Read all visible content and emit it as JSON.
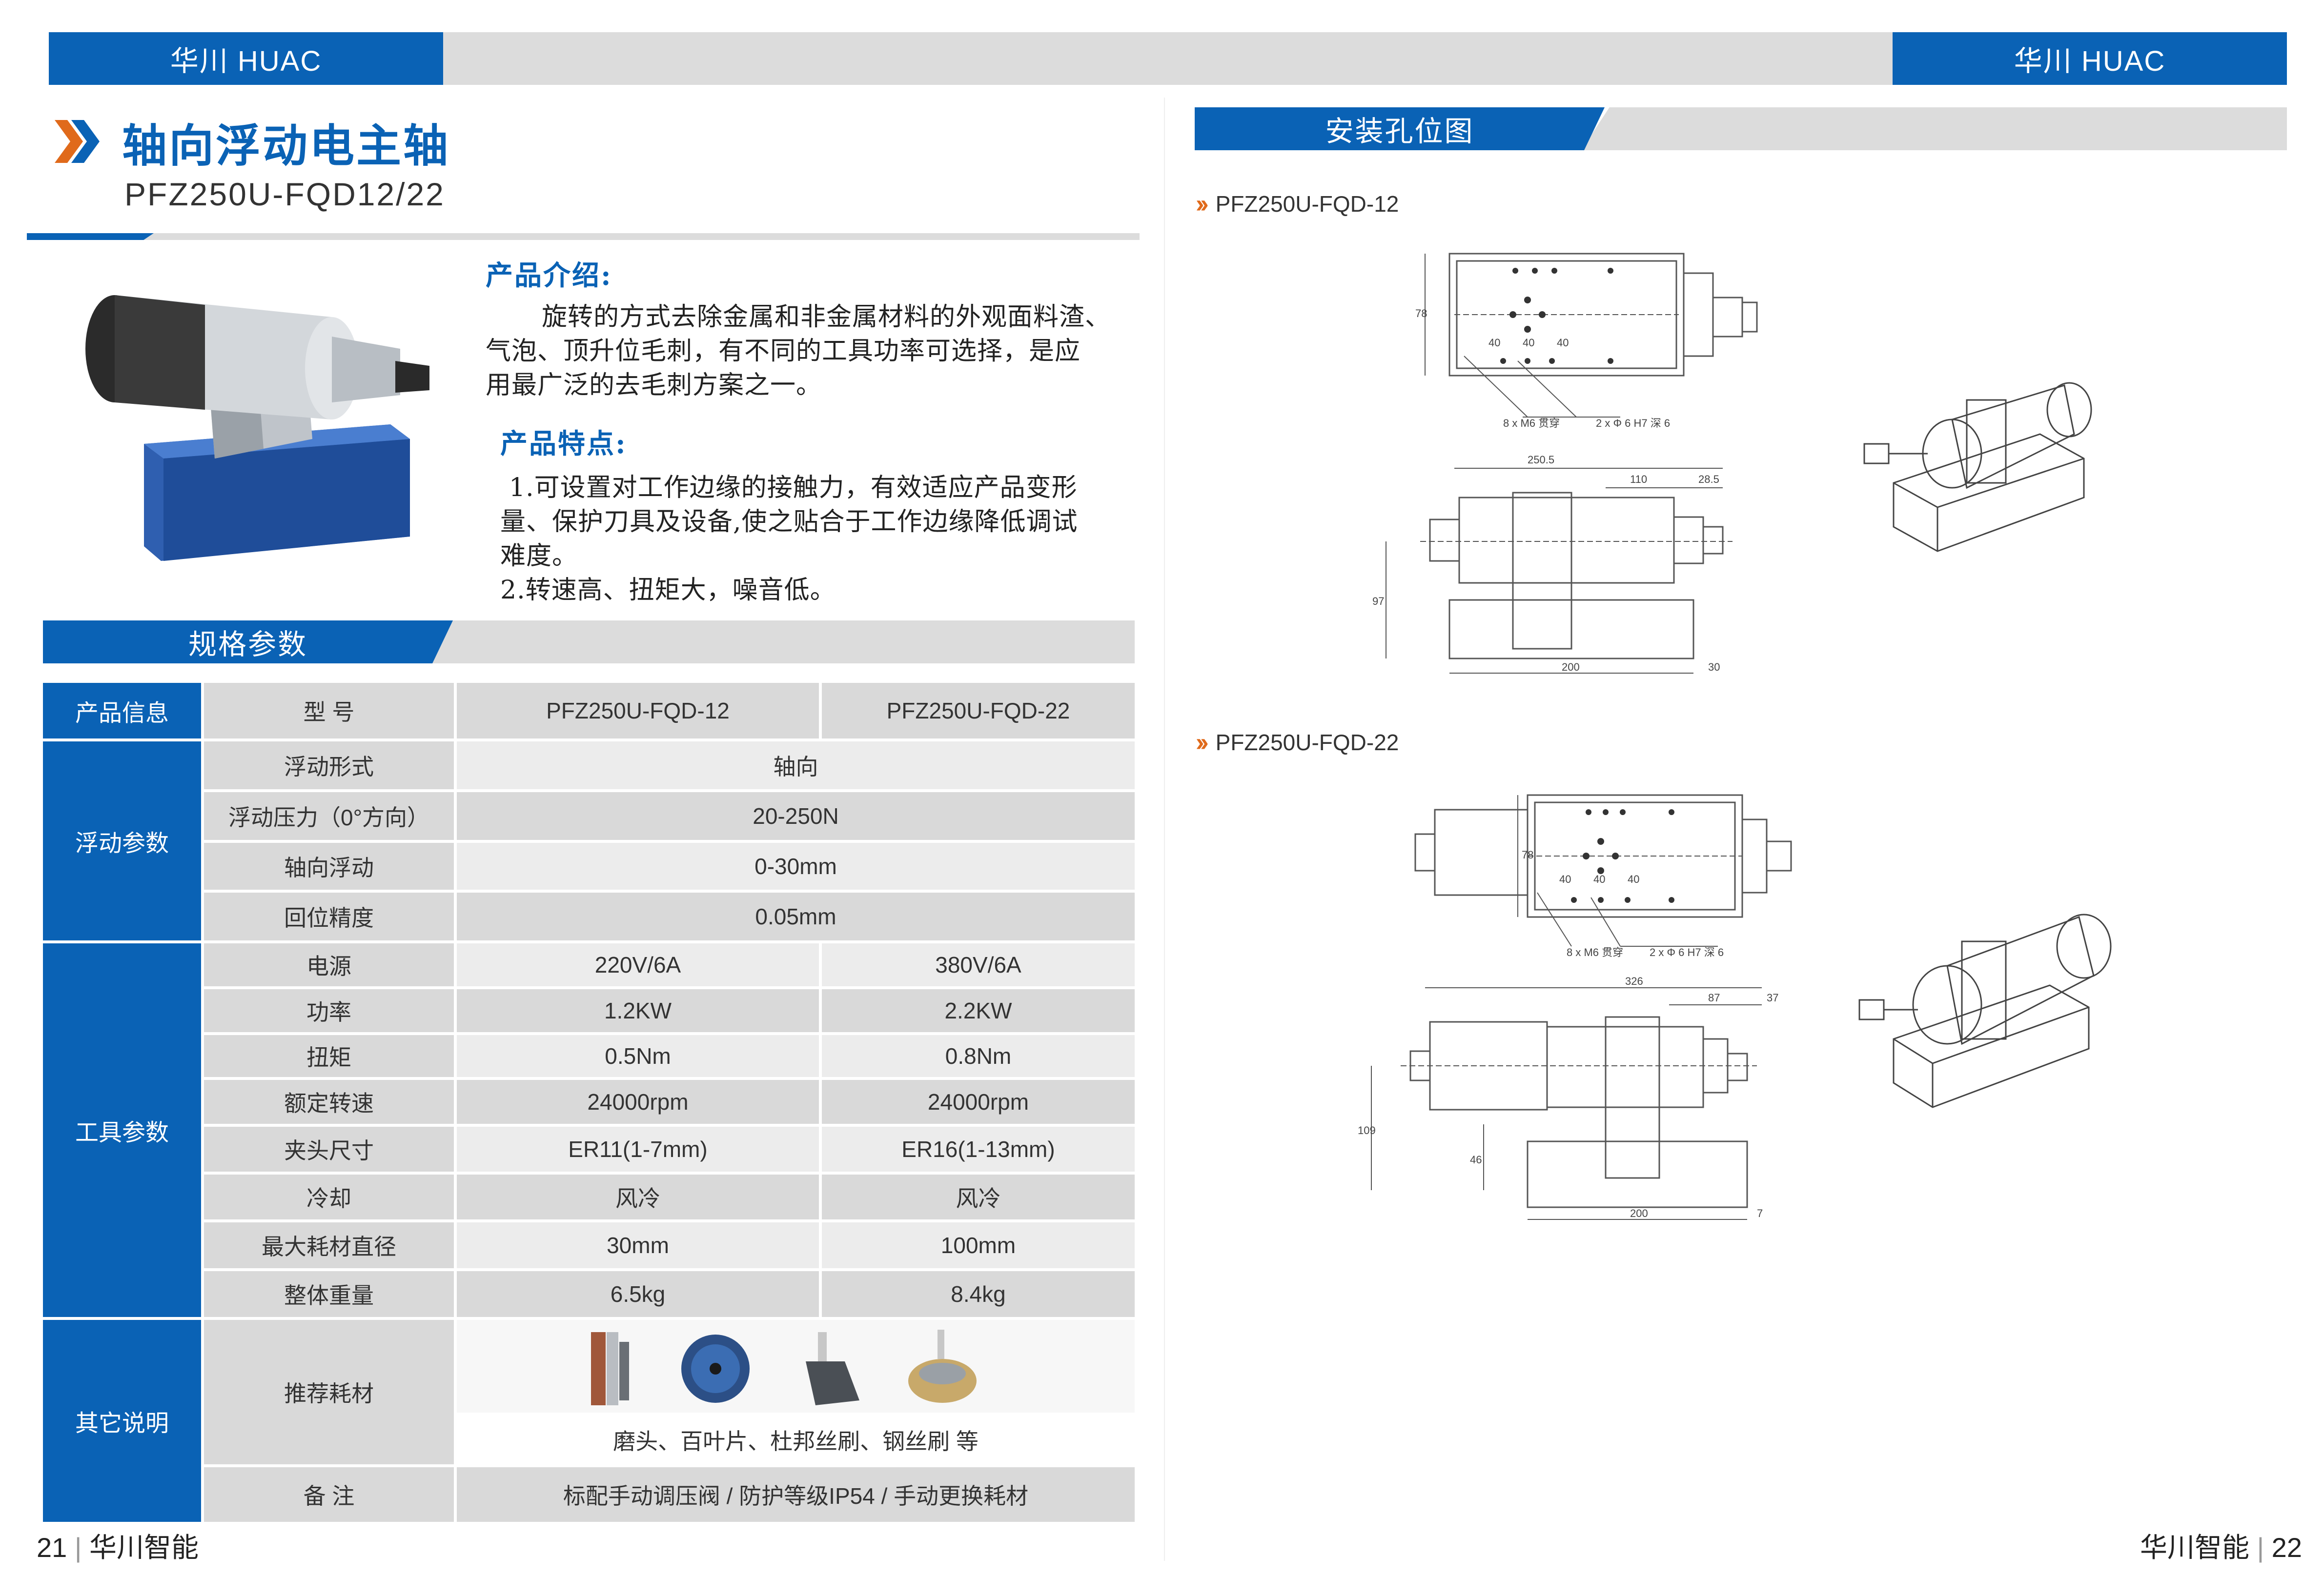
{
  "header": {
    "left_brand": "华川 HUAC",
    "right_brand": "华川 HUAC"
  },
  "product": {
    "title": "轴向浮动电主轴",
    "model": "PFZ250U-FQD12/22"
  },
  "intro": {
    "heading": "产品介绍:",
    "text_lines": [
      "旋转的方式去除金属和非金属材料的外观面料渣、",
      "气泡、顶升位毛刺，有不同的工具功率可选择，是应",
      "用最广泛的去毛刺方案之一。"
    ]
  },
  "features": {
    "heading": "产品特点:",
    "lines": [
      "1.可设置对工作边缘的接触力，有效适应产品变形",
      "量、保护刀具及设备,使之贴合于工作边缘降低调试",
      "难度。",
      "2.转速高、扭矩大，噪音低。"
    ]
  },
  "specs": {
    "section_title": "规格参数",
    "header": {
      "group": "产品信息",
      "label": "型 号",
      "col1": "PFZ250U-FQD-12",
      "col2": "PFZ250U-FQD-22"
    },
    "float_group": "浮动参数",
    "float_rows": [
      {
        "label": "浮动形式",
        "value": "轴向"
      },
      {
        "label": "浮动压力（0°方向）",
        "value": "20-250N"
      },
      {
        "label": "轴向浮动",
        "value": "0-30mm"
      },
      {
        "label": "回位精度",
        "value": "0.05mm"
      }
    ],
    "tool_group": "工具参数",
    "tool_rows": [
      {
        "label": "电源",
        "col1": "220V/6A",
        "col2": "380V/6A"
      },
      {
        "label": "功率",
        "col1": "1.2KW",
        "col2": "2.2KW"
      },
      {
        "label": "扭矩",
        "col1": "0.5Nm",
        "col2": "0.8Nm"
      },
      {
        "label": "额定转速",
        "col1": "24000rpm",
        "col2": "24000rpm"
      },
      {
        "label": "夹头尺寸",
        "col1": "ER11(1-7mm)",
        "col2": "ER16(1-13mm)"
      },
      {
        "label": "冷却",
        "col1": "风冷",
        "col2": "风冷"
      },
      {
        "label": "最大耗材直径",
        "col1": "30mm",
        "col2": "100mm"
      },
      {
        "label": "整体重量",
        "col1": "6.5kg",
        "col2": "8.4kg"
      }
    ],
    "other_group": "其它说明",
    "consumables_label": "推荐耗材",
    "consumables_text": "磨头、百叶片、杜邦丝刷、钢丝刷 等",
    "remark_label": "备 注",
    "remark_value": "标配手动调压阀 / 防护等级IP54 / 手动更换耗材"
  },
  "install": {
    "section_title": "安装孔位图",
    "model_a": "PFZ250U-FQD-12",
    "model_b": "PFZ250U-FQD-22",
    "dims_a": {
      "w1": "40",
      "w2": "40",
      "w3": "40",
      "h": "78",
      "len": "250.5",
      "d1": "110",
      "d2": "28.5",
      "height": "97",
      "base": "200",
      "base2": "30",
      "note1": "8 x M6 贯穿",
      "note2": "2 x Φ 6 H7 深 6"
    },
    "dims_b": {
      "w1": "40",
      "w2": "40",
      "w3": "40",
      "h": "78",
      "len": "326",
      "d1": "87",
      "d2": "37",
      "height": "109",
      "h2": "46",
      "base": "200",
      "base2": "7",
      "note1": "8 x M6 贯穿",
      "note2": "2 x Φ 6 H7 深 6"
    }
  },
  "footer": {
    "left_page": "21",
    "left_brand": "华川智能",
    "right_brand": "华川智能",
    "right_page": "22"
  },
  "colors": {
    "brand_blue": "#0a62b5",
    "accent_orange": "#e06a1b",
    "bar_gray": "#dcdcdc"
  }
}
